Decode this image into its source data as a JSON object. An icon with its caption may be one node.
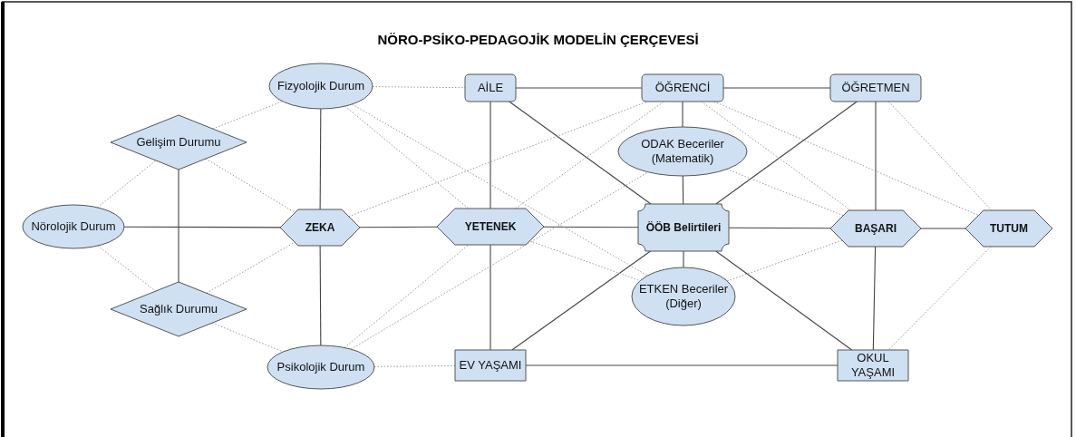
{
  "diagram": {
    "title": "NÖRO-PSİKO-PEDAGOJİK MODELİN ÇERÇEVESİ",
    "nodes": [
      {
        "text": [
          "Nörolojik Durum"
        ]
      },
      {
        "text": [
          "Gelişim Durumu"
        ]
      },
      {
        "text": [
          "Sağlık Durumu"
        ]
      },
      {
        "text": [
          "Fizyolojik Durum"
        ]
      },
      {
        "text": [
          "ZEKA"
        ]
      },
      {
        "text": [
          "Psikolojik Durum"
        ]
      },
      {
        "text": [
          "AİLE"
        ]
      },
      {
        "text": [
          "ÖĞRENCİ"
        ]
      },
      {
        "text": [
          "ÖĞRETMEN"
        ]
      },
      {
        "text": [
          "ODAK Beceriler (Matematik)"
        ]
      },
      {
        "text": [
          "YETENEK"
        ]
      },
      {
        "text": [
          "ÖÖB Belirtileri"
        ]
      },
      {
        "text": [
          "BAŞARI"
        ]
      },
      {
        "text": [
          "TUTUM"
        ]
      },
      {
        "text": [
          "ETKEN Beceriler (Diğer)"
        ]
      },
      {
        "text": [
          "EV YAŞAMI"
        ]
      },
      {
        "text": [
          "OKUL YAŞAMI"
        ]
      }
    ],
    "edges": [
      {
        "from": 0,
        "to": 4,
        "arrow": "none"
      },
      {
        "from": 1,
        "to": 2,
        "arrow": "none"
      },
      {
        "from": 3,
        "to": 4,
        "arrow": "none"
      },
      {
        "from": 4,
        "to": 5,
        "arrow": "none"
      },
      {
        "from": 4,
        "to": 10,
        "arrow": "none"
      },
      {
        "from": 6,
        "to": 10,
        "arrow": "none"
      },
      {
        "from": 6,
        "to": 7,
        "arrow": "none"
      },
      {
        "from": 6,
        "to": 11,
        "arrow": "none"
      },
      {
        "from": 7,
        "to": 8,
        "arrow": "none"
      },
      {
        "from": 7,
        "to": 9,
        "arrow": "none"
      },
      {
        "from": 9,
        "to": 11,
        "arrow": "none"
      },
      {
        "from": 10,
        "to": 11,
        "arrow": "none"
      },
      {
        "from": 10,
        "to": 15,
        "arrow": "none"
      },
      {
        "from": 15,
        "to": 11,
        "arrow": "none"
      },
      {
        "from": 11,
        "to": 14,
        "arrow": "none"
      },
      {
        "from": 11,
        "to": 8,
        "arrow": "none"
      },
      {
        "from": 11,
        "to": 12,
        "arrow": "none"
      },
      {
        "from": 11,
        "to": 16,
        "arrow": "none"
      },
      {
        "from": 8,
        "to": 12,
        "arrow": "none"
      },
      {
        "from": 12,
        "to": 13,
        "arrow": "none"
      },
      {
        "from": 12,
        "to": 16,
        "arrow": "none"
      },
      {
        "from": 15,
        "to": 16,
        "arrow": "none"
      },
      {
        "from": 0,
        "to": 1,
        "arrow": "none",
        "style": "dashed",
        "color": "#9a9a9a"
      },
      {
        "from": 0,
        "to": 2,
        "arrow": "none",
        "style": "dashed",
        "color": "#9a9a9a"
      },
      {
        "from": 1,
        "to": 3,
        "arrow": "none",
        "style": "dashed",
        "color": "#9a9a9a"
      },
      {
        "from": 1,
        "to": 4,
        "arrow": "none",
        "style": "dashed",
        "color": "#9a9a9a"
      },
      {
        "from": 2,
        "to": 4,
        "arrow": "none",
        "style": "dashed",
        "color": "#9a9a9a"
      },
      {
        "from": 2,
        "to": 5,
        "arrow": "none",
        "style": "dashed",
        "color": "#9a9a9a"
      },
      {
        "from": 3,
        "to": 6,
        "arrow": "none",
        "style": "dashed",
        "color": "#9a9a9a"
      },
      {
        "from": 3,
        "to": 10,
        "arrow": "none",
        "style": "dashed",
        "color": "#9a9a9a"
      },
      {
        "from": 3,
        "to": 14,
        "arrow": "none",
        "style": "dashed",
        "color": "#9a9a9a"
      },
      {
        "from": 4,
        "to": 7,
        "arrow": "none",
        "style": "dashed",
        "color": "#9a9a9a"
      },
      {
        "from": 10,
        "to": 7,
        "arrow": "none",
        "style": "dashed",
        "color": "#9a9a9a"
      },
      {
        "from": 5,
        "to": 10,
        "arrow": "none",
        "style": "dashed",
        "color": "#9a9a9a"
      },
      {
        "from": 5,
        "to": 9,
        "arrow": "none",
        "style": "dashed",
        "color": "#9a9a9a"
      },
      {
        "from": 5,
        "to": 15,
        "arrow": "none",
        "style": "dashed",
        "color": "#9a9a9a"
      },
      {
        "from": 10,
        "to": 14,
        "arrow": "none",
        "style": "dashed",
        "color": "#9a9a9a"
      },
      {
        "from": 7,
        "to": 12,
        "arrow": "none",
        "style": "dashed",
        "color": "#9a9a9a"
      },
      {
        "from": 7,
        "to": 13,
        "arrow": "none",
        "style": "dashed",
        "color": "#9a9a9a"
      },
      {
        "from": 8,
        "to": 13,
        "arrow": "none",
        "style": "dashed",
        "color": "#9a9a9a"
      },
      {
        "from": 9,
        "to": 12,
        "arrow": "none",
        "style": "dashed",
        "color": "#9a9a9a"
      },
      {
        "from": 14,
        "to": 12,
        "arrow": "none",
        "style": "dashed",
        "color": "#9a9a9a"
      },
      {
        "from": 13,
        "to": 16,
        "arrow": "none",
        "style": "dashed",
        "color": "#9a9a9a"
      }
    ]
  }
}
